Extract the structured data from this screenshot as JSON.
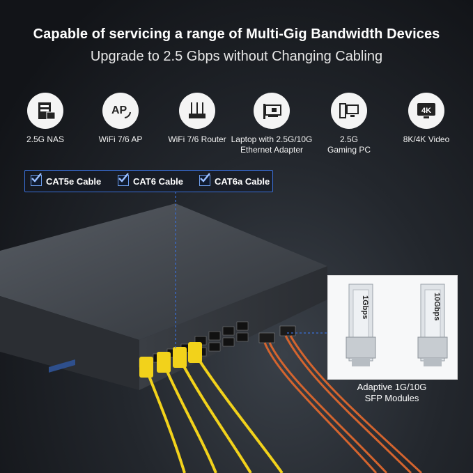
{
  "header": {
    "title": "Capable of servicing a range of Multi-Gig Bandwidth Devices",
    "subtitle": "Upgrade to 2.5 Gbps without Changing Cabling"
  },
  "devices": [
    {
      "label": "2.5G NAS",
      "icon": "nas-icon"
    },
    {
      "label": "WiFi 7/6 AP",
      "icon": "access-point-icon",
      "icon_text": "AP"
    },
    {
      "label": "WiFi 7/6 Router",
      "icon": "router-icon"
    },
    {
      "label": "Laptop with 2.5G/10G\nEthernet Adapter",
      "icon": "network-card-icon"
    },
    {
      "label": "2.5G\nGaming PC",
      "icon": "desktop-pc-icon"
    },
    {
      "label": "8K/4K Video",
      "icon": "monitor-4k-icon",
      "icon_text": "4K"
    }
  ],
  "cables": [
    "CAT5e Cable",
    "CAT6 Cable",
    "CAT6a Cable"
  ],
  "sfp": {
    "modules": [
      "1Gbps",
      "10Gbps"
    ],
    "caption": "Adaptive 1G/10G\nSFP Modules"
  },
  "colors": {
    "accent_blue": "#3a6fd8",
    "cable_yellow": "#f2d21b",
    "fiber_orange": "#d4642e",
    "switch_body": "#3d4147"
  }
}
